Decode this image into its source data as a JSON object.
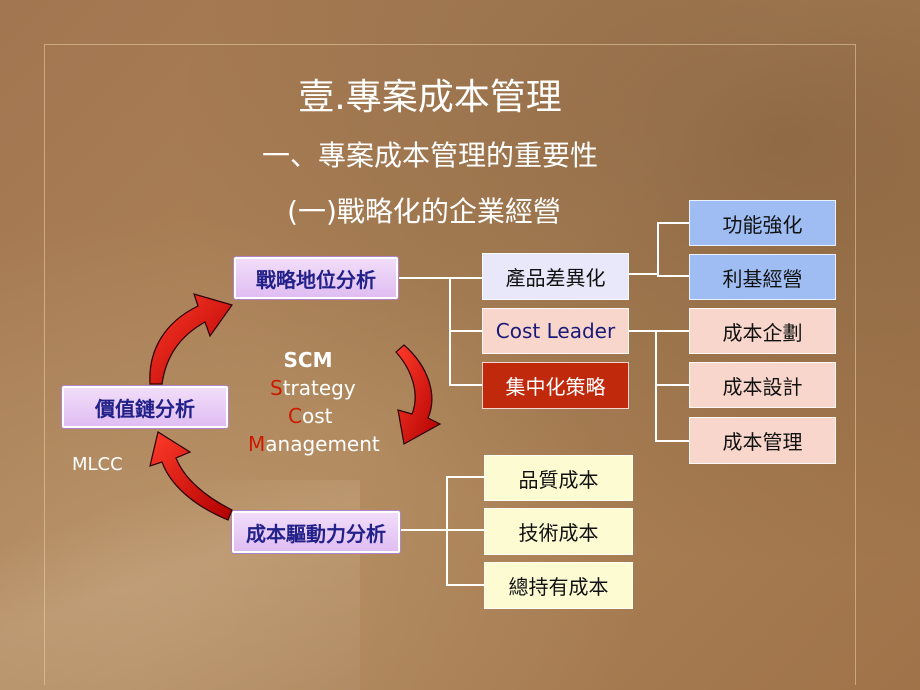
{
  "titles": {
    "main": "壹.專案成本管理",
    "section": "一、專案成本管理的重要性",
    "subsection": "(一)戰略化的企業經營"
  },
  "left_nodes": {
    "strategic_position": "戰略地位分析",
    "value_chain": "價值鏈分析",
    "cost_driver": "成本驅動力分析"
  },
  "strategies": {
    "differentiation": "產品差異化",
    "cost_leader": "Cost Leader",
    "focus": "集中化策略"
  },
  "differentiation_items": [
    "功能強化",
    "利基經營"
  ],
  "cost_leader_items": [
    "成本企劃",
    "成本設計",
    "成本管理"
  ],
  "cost_driver_items": [
    "品質成本",
    "技術成本",
    "總持有成本"
  ],
  "scm": {
    "title": "SCM",
    "line1_initial": "S",
    "line1_rest": "trategy",
    "line2_initial": "C",
    "line2_rest": "ost",
    "line3_initial": "M",
    "line3_rest": "anagement"
  },
  "mlcc": "MLCC",
  "colors": {
    "background": "#a87d54",
    "purple_box": "#e0bdf2",
    "lavender_box": "#e9e8fb",
    "pink_box": "#f8d6cc",
    "red_box": "#c1290c",
    "blue_box": "#9fbdf2",
    "yellow_box": "#fdfbd2",
    "arrow": "#e01010"
  }
}
